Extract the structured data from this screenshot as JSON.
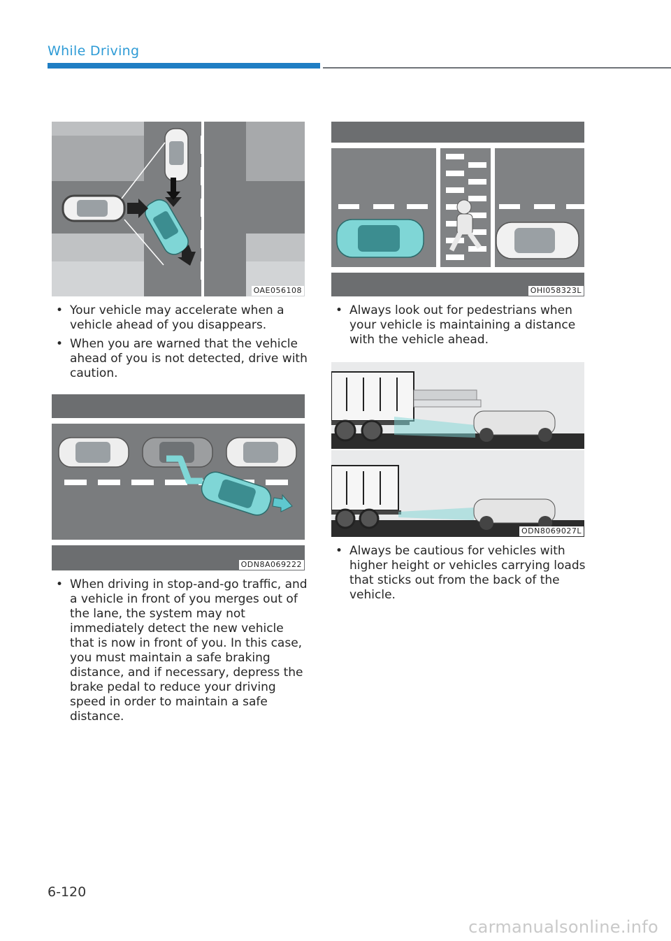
{
  "header": {
    "section_title": "While Driving"
  },
  "figures": {
    "fig1": {
      "code": "OAE056108"
    },
    "fig2": {
      "code": "ODN8A069222"
    },
    "fig3": {
      "code": "OHI058323L"
    },
    "fig4": {
      "code": "ODN8069027L"
    }
  },
  "left_column": {
    "bullets_a": [
      "Your vehicle may accelerate when a vehicle ahead of you disappears.",
      "When you are warned that the vehicle ahead of you is not detected, drive with caution."
    ],
    "bullets_b": [
      "When driving in stop-and-go traffic, and a vehicle in front of you merges out of the lane, the system may not immediately detect the new vehicle that is now in front of you. In this case, you must maintain a safe braking distance, and if necessary, depress the brake pedal to reduce your driving speed in order to maintain a safe distance."
    ]
  },
  "right_column": {
    "bullets_a": [
      "Always look out for pedestrians when your vehicle is maintaining a distance with the vehicle ahead."
    ],
    "bullets_b": [
      "Always be cautious for vehicles with higher height or vehicles carrying loads that sticks out from the back of the vehicle."
    ]
  },
  "footer": {
    "page_number": "6-120",
    "watermark": "carmanualsonline.info"
  },
  "colors": {
    "accent_blue": "#1f7ec4",
    "header_text": "#2e9bd6",
    "highlight_car": "#7fd6d6"
  }
}
